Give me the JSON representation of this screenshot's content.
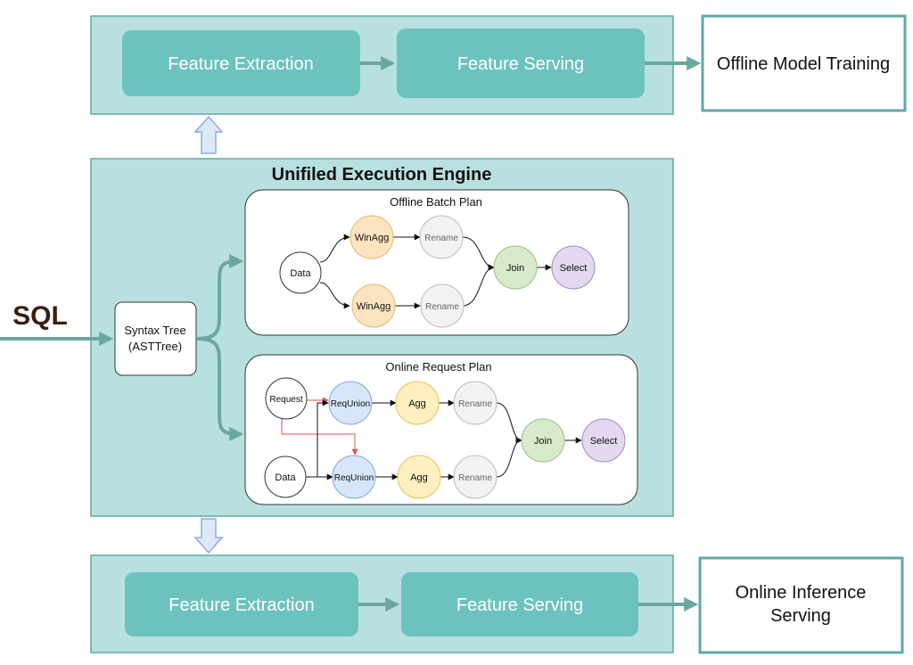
{
  "top_section": {
    "feature_extraction": "Feature Extraction",
    "feature_serving": "Feature Serving",
    "output": "Offline Model Training"
  },
  "engine": {
    "title": "Unifiled Execution Engine",
    "input_label": "SQL",
    "syntax_tree": {
      "line1": "Syntax Tree",
      "line2": "(ASTTree)"
    },
    "offline_plan": {
      "title": "Offline Batch Plan",
      "nodes": {
        "data": "Data",
        "winagg_top": "WinAgg",
        "rename_top": "Rename",
        "winagg_bottom": "WinAgg",
        "rename_bottom": "Rename",
        "join": "Join",
        "select": "Select"
      }
    },
    "online_plan": {
      "title": "Online Request Plan",
      "nodes": {
        "request": "Request",
        "data": "Data",
        "requnion_top": "ReqUnion",
        "agg_top": "Agg",
        "rename_top": "Rename",
        "requnion_bottom": "ReqUnion",
        "agg_bottom": "Agg",
        "rename_bottom": "Rename",
        "join": "Join",
        "select": "Select"
      }
    }
  },
  "bottom_section": {
    "feature_extraction": "Feature Extraction",
    "feature_serving": "Feature Serving",
    "output_line1": "Online Inference",
    "output_line2": "Serving"
  },
  "colors": {
    "panel_fill": "#b9e0e1",
    "panel_stroke": "#5fa9a6",
    "feature_box": "#6cc2bf",
    "teal_arrow": "#6aa89d",
    "winagg_fill": "#fde4c0",
    "winagg_stroke": "#e6b46c",
    "agg_fill": "#fff0c2",
    "agg_stroke": "#e6c24f",
    "requnion_fill": "#d7e6fa",
    "requnion_stroke": "#7fa8df",
    "rename_fill": "#f2f2f2",
    "rename_stroke": "#bbbbbb",
    "join_fill": "#d8eacb",
    "join_stroke": "#95c47a",
    "select_fill": "#e4d9ef",
    "select_stroke": "#a389c6",
    "red_arrow": "#e05353"
  }
}
